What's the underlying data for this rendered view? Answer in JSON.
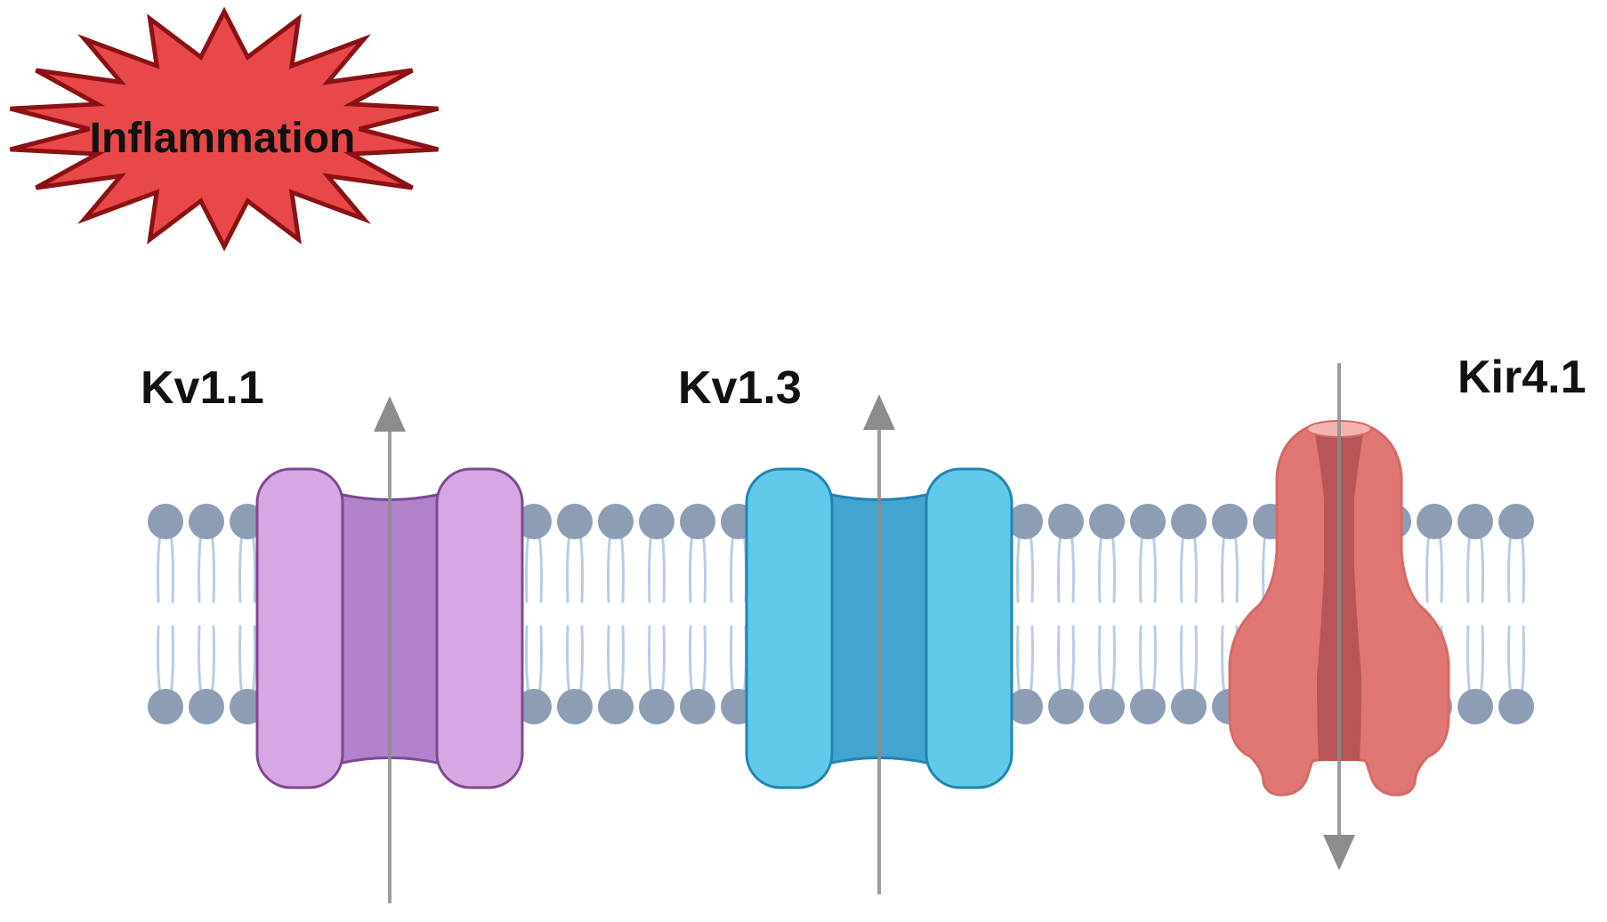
{
  "inflammation": {
    "label": "Inflammation",
    "fill": "#e8484a",
    "stroke": "#8b1114"
  },
  "membrane": {
    "head_color": "#8d9db3",
    "tail_color": "#b9cce3"
  },
  "channels": [
    {
      "name": "Kv1.1",
      "outer_color": "#d6a7e3",
      "inner_color": "#b282cb",
      "stroke_color": "#7b4a93",
      "flux": "outward"
    },
    {
      "name": "Kv1.3",
      "outer_color": "#62c9ea",
      "inner_color": "#43a4cf",
      "stroke_color": "#1f85b3",
      "flux": "outward"
    },
    {
      "name": "Kir4.1",
      "outer_color": "#e17775",
      "inner_color": "#b85657",
      "stroke_color": "#d46a68",
      "flux": "inward"
    }
  ],
  "arrow_color": "#8c8c8c"
}
